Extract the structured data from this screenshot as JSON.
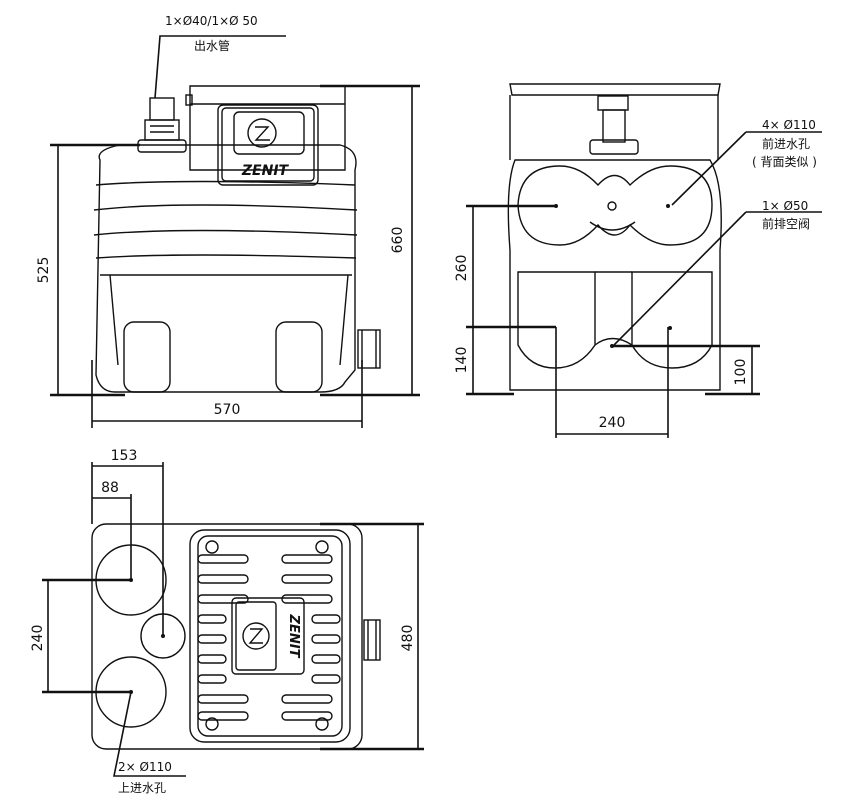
{
  "front_view": {
    "outlet_spec": "1×Ø40/1×Ø 50",
    "outlet_label": "出水管",
    "height_body": "525",
    "height_total": "660",
    "width": "570",
    "logo": "ZENIT"
  },
  "side_view": {
    "inlet_spec": "4× Ø110",
    "inlet_label": "前进水孔",
    "inlet_note": "( 背面类似 )",
    "vent_spec": "1× Ø50",
    "vent_label": "前排空阀",
    "dim_260": "260",
    "dim_140": "140",
    "dim_100": "100",
    "dim_240": "240"
  },
  "top_view": {
    "dim_153": "153",
    "dim_88": "88",
    "dim_240": "240",
    "dim_480": "480",
    "inlet_spec": "2× Ø110",
    "inlet_label": "上进水孔",
    "logo": "ZENIT"
  }
}
